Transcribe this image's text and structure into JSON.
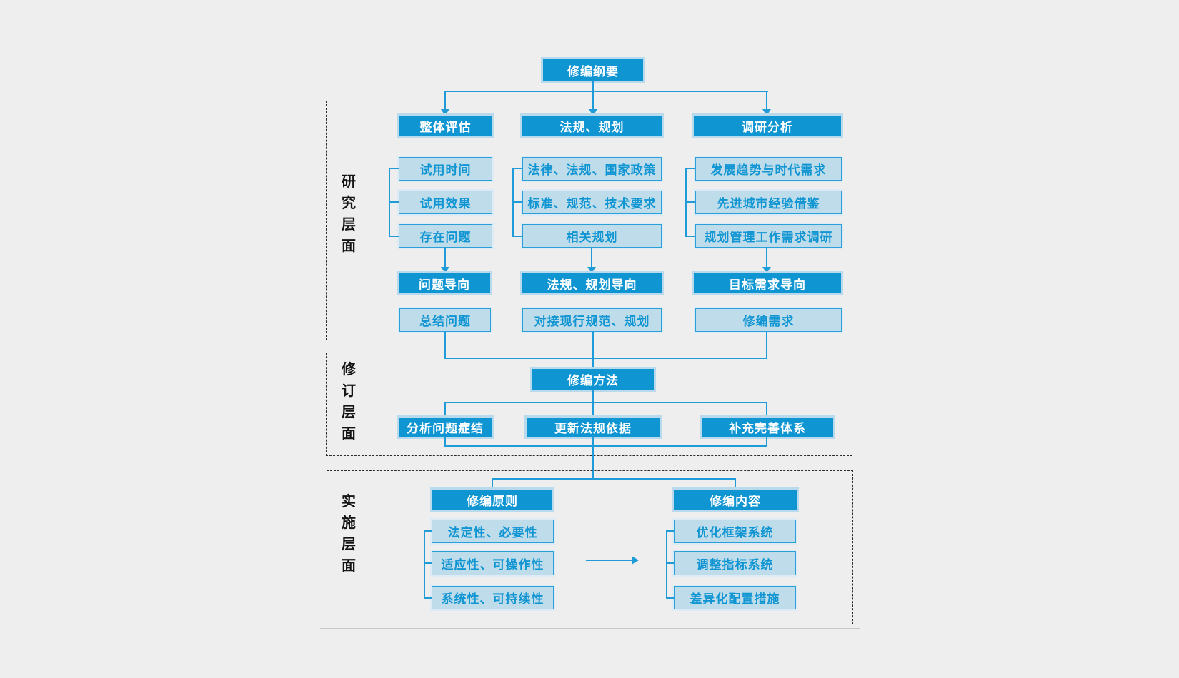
{
  "root_label": "修编纲要",
  "colors": {
    "solid_blue": "#1095d3",
    "light_fill": "#bedcea",
    "light_border": "#2b9fd8",
    "line_blue": "#1f9cd8",
    "label_black": "#141414"
  },
  "research": {
    "label": "研究层面",
    "columns": [
      {
        "header": "整体评估",
        "items": [
          "试用时间",
          "试用效果",
          "存在问题"
        ],
        "orientation": "问题导向",
        "result": "总结问题"
      },
      {
        "header": "法规、规划",
        "items": [
          "法律、法规、国家政策",
          "标准、规范、技术要求",
          "相关规划"
        ],
        "orientation": "法规、规划导向",
        "result": "对接现行规范、规划"
      },
      {
        "header": "调研分析",
        "items": [
          "发展趋势与时代需求",
          "先进城市经验借鉴",
          "规划管理工作需求调研"
        ],
        "orientation": "目标需求导向",
        "result": "修编需求"
      }
    ]
  },
  "revision": {
    "label": "修订层面",
    "method": "修编方法",
    "actions": [
      "分析问题症结",
      "更新法规依据",
      "补充完善体系"
    ]
  },
  "implementation": {
    "label": "实施层面",
    "principles": {
      "header": "修编原则",
      "items": [
        "法定性、必要性",
        "适应性、可操作性",
        "系统性、可持续性"
      ]
    },
    "contents": {
      "header": "修编内容",
      "items": [
        "优化框架系统",
        "调整指标系统",
        "差异化配置措施"
      ]
    }
  }
}
